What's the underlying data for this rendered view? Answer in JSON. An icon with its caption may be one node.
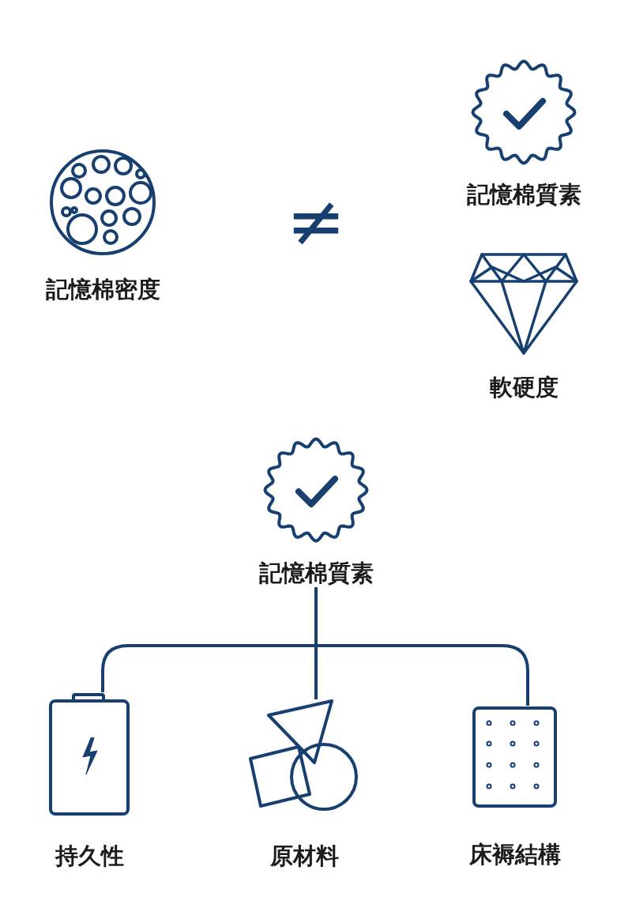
{
  "diagram": {
    "nodes": [
      {
        "text": [
          "記憶棉密度"
        ]
      },
      {
        "text": [
          "記憶棉質素"
        ]
      },
      {
        "text": [
          "軟硬度"
        ]
      },
      {
        "text": [
          "記憶棉質素"
        ]
      },
      {
        "text": [
          "持久性"
        ]
      },
      {
        "text": [
          "原材料"
        ]
      },
      {
        "text": [
          "床褥結構"
        ]
      }
    ],
    "edges": [
      {
        "from": 3,
        "to": 4,
        "arrow": "none"
      },
      {
        "from": 3,
        "to": 5,
        "arrow": "none"
      },
      {
        "from": 3,
        "to": 6,
        "arrow": "none"
      }
    ],
    "labels": [
      "≠"
    ]
  }
}
